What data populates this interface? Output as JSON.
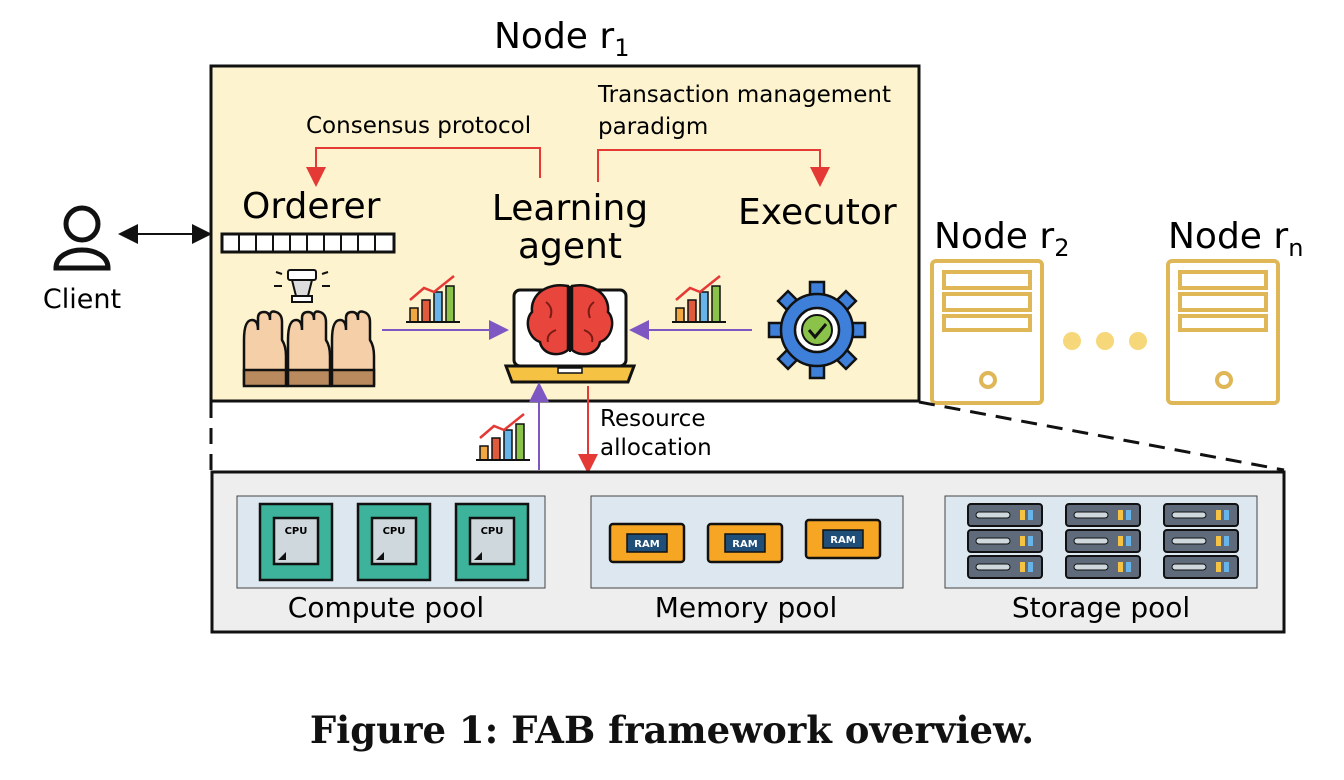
{
  "node1": {
    "label": "Node r",
    "sub": "1"
  },
  "node2": {
    "label": "Node r",
    "sub": "2"
  },
  "noden": {
    "label": "Node r",
    "sub": "n"
  },
  "client": {
    "label": "Client"
  },
  "edges": {
    "consensus": "Consensus protocol",
    "transaction_line1": "Transaction management",
    "transaction_line2": "paradigm",
    "resource_line1": "Resource",
    "resource_line2": "allocation"
  },
  "components": {
    "orderer": "Orderer",
    "learning_line1": "Learning",
    "learning_line2": "agent",
    "executor": "Executor"
  },
  "chips": {
    "cpu": "CPU",
    "ram": "RAM"
  },
  "pools": {
    "compute": "Compute pool",
    "memory": "Memory pool",
    "storage": "Storage pool"
  },
  "caption": "Figure 1: FAB framework overview.",
  "colors": {
    "node_bg": "#fdf3cf",
    "pool_bg": "#eeeeee",
    "red_arrow": "#e53935",
    "purple_arrow": "#7e57c2",
    "server_gold": "#e0b757"
  }
}
